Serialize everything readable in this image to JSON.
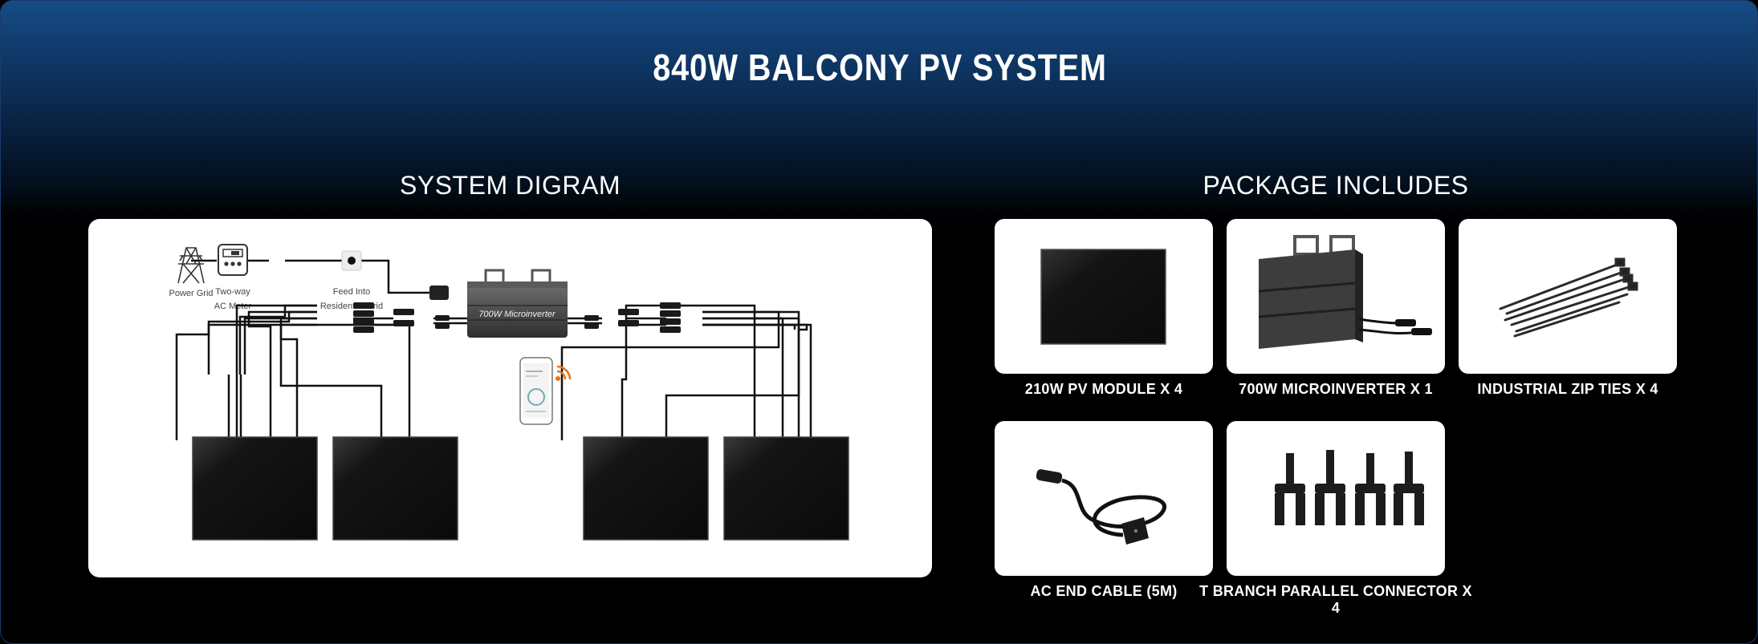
{
  "title": "840W BALCONY PV SYSTEM",
  "system": {
    "section_title": "SYSTEM DIGRAM",
    "labels": {
      "power_grid": "Power Grid",
      "meter_line1": "Two-way",
      "meter_line2": "AC Meter",
      "feed_line1": "Feed Into",
      "feed_line2": "Residential Grid",
      "inverter": "700W Microinverter"
    },
    "panel_count": 4
  },
  "package": {
    "section_title": "PACKAGE INCLUDES",
    "items": [
      {
        "label": "210W PV MODULE X 4",
        "icon": "pv-module-icon"
      },
      {
        "label": "700W MICROINVERTER X 1",
        "icon": "microinverter-icon"
      },
      {
        "label": "INDUSTRIAL ZIP TIES X 4",
        "icon": "zip-ties-icon"
      },
      {
        "label": "AC END CABLE (5M)",
        "icon": "ac-cable-icon"
      },
      {
        "label": "T BRANCH PARALLEL CONNECTOR X 4",
        "icon": "t-connector-icon"
      }
    ]
  },
  "colors": {
    "header_blue": "#164b86",
    "background": "#000000",
    "panel_dark": "#111111"
  }
}
